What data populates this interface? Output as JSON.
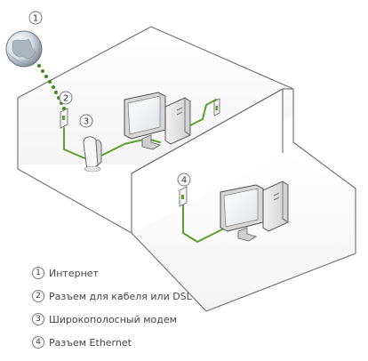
{
  "callouts": [
    {
      "number": "1",
      "label": "Интернет"
    },
    {
      "number": "2",
      "label": "Разъем для кабеля или DSL"
    },
    {
      "number": "3",
      "label": "Широкополосный модем"
    },
    {
      "number": "4",
      "label": "Разъем Ethernet"
    }
  ],
  "colors": {
    "cable": "#5aa02c",
    "dsl_line": "#3f8a1e",
    "room_outline": "#6e6e6e",
    "globe": "#8f9ba6"
  }
}
